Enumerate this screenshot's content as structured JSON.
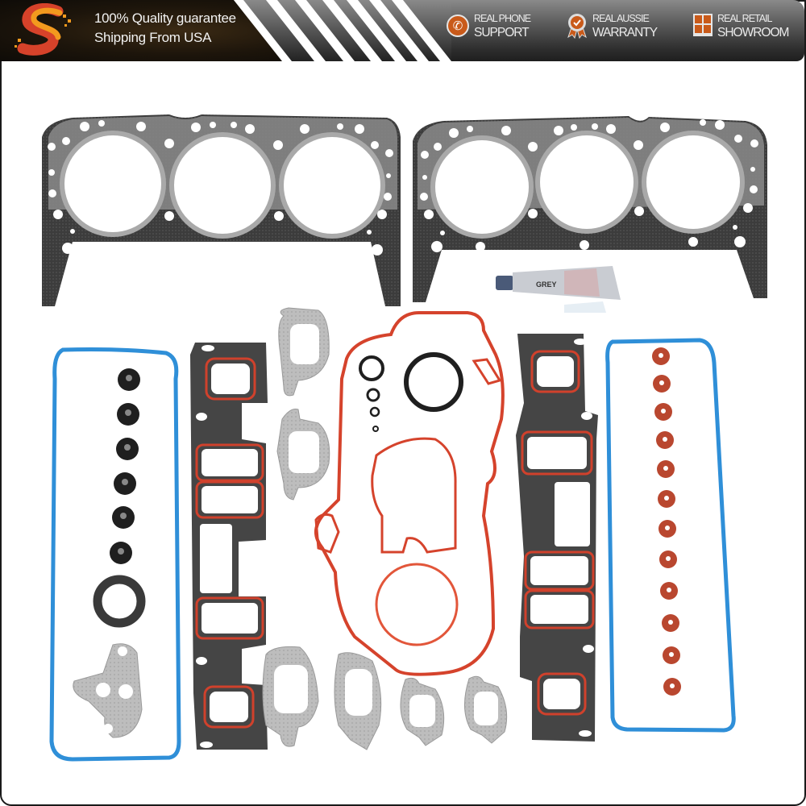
{
  "banner": {
    "logo_icon": "s-logo-icon",
    "tagline_line1": "100% Quality guarantee",
    "tagline_line2": "Shipping From USA",
    "features": [
      {
        "icon": "phone-icon",
        "line1": "REAL PHONE",
        "line2": "SUPPORT"
      },
      {
        "icon": "award-ribbon-icon",
        "line1": "REAL AUSSIE",
        "line2": "WARRANTY"
      },
      {
        "icon": "window-icon",
        "line1": "REAL RETAIL",
        "line2": "SHOWROOM"
      }
    ],
    "colors": {
      "accent": "#c95a1a",
      "logo_orange": "#f39a1e",
      "logo_red": "#d6422a",
      "dark": "#1d150b"
    }
  },
  "product": {
    "name": "Engine head gasket set",
    "parts": [
      {
        "name": "head-gasket-left",
        "color": "#4a4a4a"
      },
      {
        "name": "head-gasket-right",
        "color": "#4a4a4a"
      },
      {
        "name": "sealant-tube",
        "label": "GREY"
      },
      {
        "name": "valve-cover-gasket-left",
        "color": "#2f8fd8"
      },
      {
        "name": "valve-cover-gasket-right",
        "color": "#2f8fd8"
      },
      {
        "name": "intake-manifold-gasket-left",
        "color": "#d0412c"
      },
      {
        "name": "intake-manifold-gasket-right",
        "color": "#d0412c"
      },
      {
        "name": "timing-cover-gasket",
        "color": "#d5432c"
      },
      {
        "name": "exhaust-manifold-gaskets",
        "count": 6,
        "color": "#b8b8b8"
      },
      {
        "name": "black-valve-stem-seals",
        "count": 6
      },
      {
        "name": "red-valve-stem-seals",
        "count": 12,
        "color": "#b9472f"
      },
      {
        "name": "egr-gasket",
        "color": "#c0c0c0"
      },
      {
        "name": "o-rings",
        "count": 5
      }
    ]
  }
}
